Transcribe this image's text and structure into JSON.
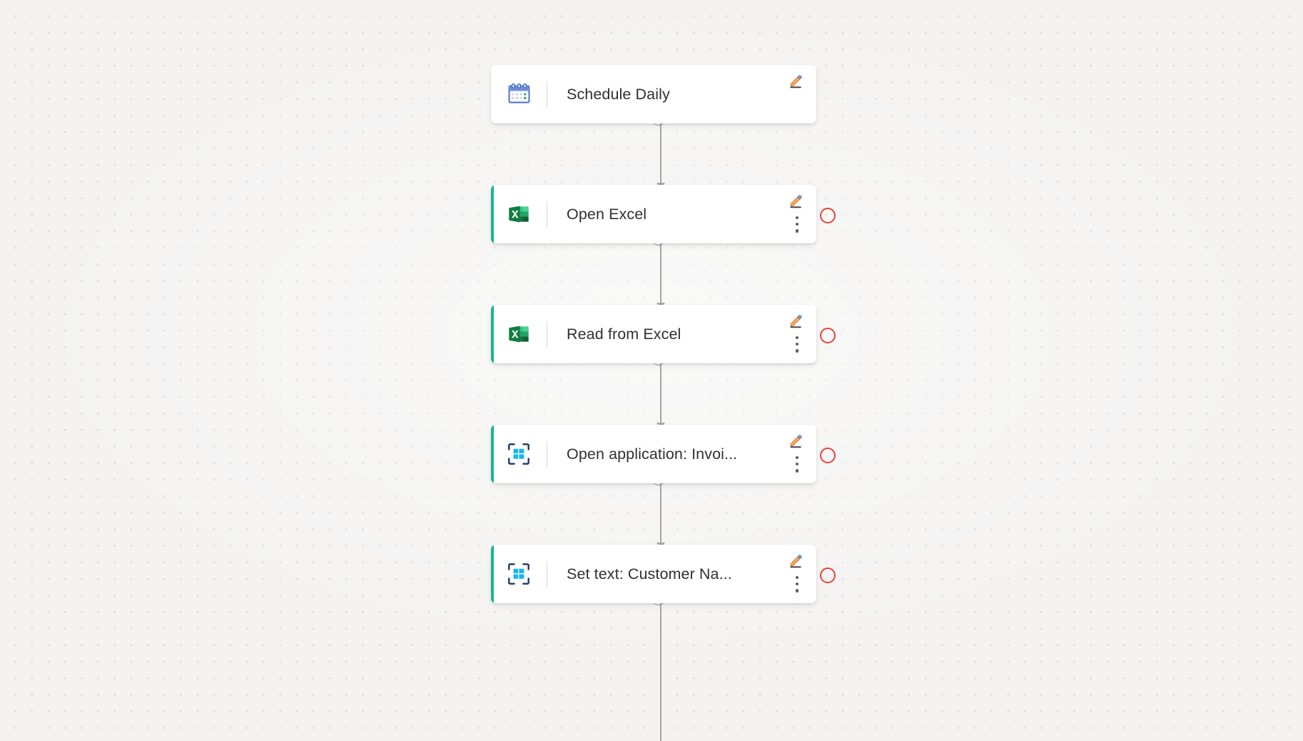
{
  "canvas": {
    "background_color": "#f4f3f2",
    "grid_dot_color": "#d6d4d2",
    "accent_color": "#18b68f",
    "status_ring_color": "#e8443a",
    "connector_color": "#a8a5a3",
    "label_color": "#32302f"
  },
  "nodes": [
    {
      "label": "Schedule Daily",
      "icon": "calendar-icon",
      "has_accent_bar": false,
      "has_status_ring": false,
      "has_kebab_menu": false,
      "has_edit_button": true
    },
    {
      "label": "Open Excel",
      "icon": "excel-icon",
      "has_accent_bar": true,
      "has_status_ring": true,
      "has_kebab_menu": true,
      "has_edit_button": true
    },
    {
      "label": "Read from Excel",
      "icon": "excel-icon",
      "has_accent_bar": true,
      "has_status_ring": true,
      "has_kebab_menu": true,
      "has_edit_button": true
    },
    {
      "label": "Open application: Invoi...",
      "icon": "ui-automation-icon",
      "has_accent_bar": true,
      "has_status_ring": true,
      "has_kebab_menu": true,
      "has_edit_button": true
    },
    {
      "label": "Set text: Customer Na...",
      "icon": "ui-automation-icon",
      "has_accent_bar": true,
      "has_status_ring": true,
      "has_kebab_menu": true,
      "has_edit_button": true
    }
  ]
}
